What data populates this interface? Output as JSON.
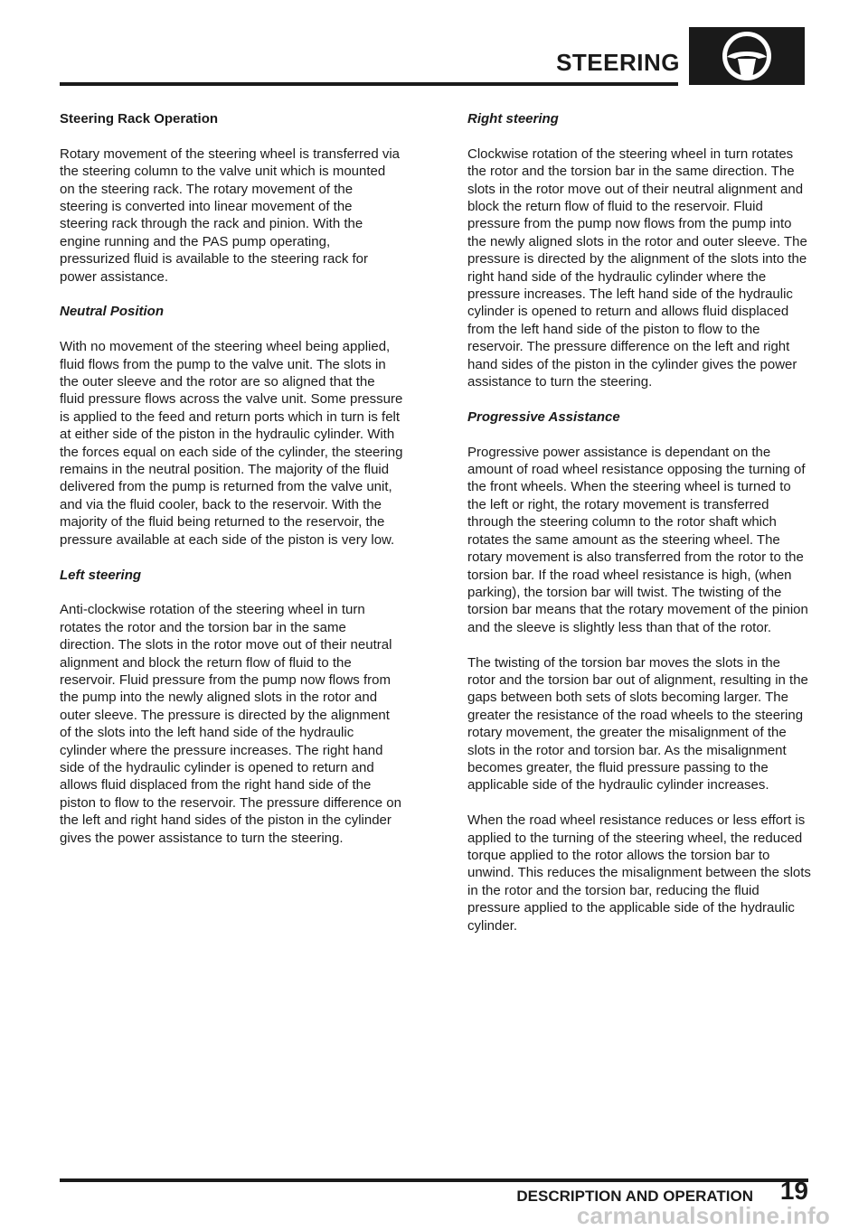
{
  "header": {
    "title": "STEERING",
    "icon": "steering-wheel-icon"
  },
  "left_column": {
    "heading": "Steering Rack Operation",
    "intro": "Rotary movement of the steering wheel is transferred via the steering column to the valve unit which is mounted on the steering rack. The rotary movement of the steering is converted into linear movement of the steering rack through the rack and pinion. With the engine running and the PAS pump operating, pressurized fluid is available to the steering rack for power assistance.",
    "neutral_heading": "Neutral Position",
    "neutral_text": "With no movement of the steering wheel being applied, fluid flows from the pump to the valve unit. The slots in the outer sleeve and the rotor are so aligned that the fluid pressure flows across the valve unit. Some pressure is applied to the feed and return ports which in turn is felt at either side of the piston in the hydraulic cylinder. With the forces equal on each side of the cylinder, the steering remains in the neutral position. The majority of the fluid delivered from the pump is returned from the valve unit, and via the fluid cooler, back to the reservoir. With the majority of the fluid being returned to the reservoir, the pressure available at each side of the piston is very low.",
    "left_heading": "Left steering",
    "left_text": "Anti-clockwise rotation of the steering wheel in turn rotates the rotor and the torsion bar in the same direction. The slots in the rotor move out of their neutral alignment and block the return flow of fluid to the reservoir. Fluid pressure from the pump now flows from the pump into the newly aligned slots in the rotor and outer sleeve. The pressure is directed by the alignment of the slots into the left hand side of the hydraulic cylinder where the pressure increases. The right hand side of the hydraulic cylinder is opened to return and allows fluid displaced from the right hand side of the piston to flow to the reservoir. The pressure difference on the left and right hand sides of the piston in the cylinder gives the power assistance to turn the steering."
  },
  "right_column": {
    "right_heading": "Right steering",
    "right_text": "Clockwise rotation of the steering wheel in turn rotates the rotor and the torsion bar in the same direction. The slots in the rotor move out of their neutral alignment and block the return flow of fluid to the reservoir. Fluid pressure from the pump now flows from the pump into the newly aligned slots in the rotor and outer sleeve. The pressure is directed by the alignment of the slots into the right hand side of the hydraulic cylinder where the pressure increases. The left hand side of the hydraulic cylinder is opened to return and allows fluid displaced from the left hand side of the piston to flow to the reservoir. The pressure difference on the left and right hand sides of the piston in the cylinder gives the power assistance to turn the steering.",
    "progressive_heading": "Progressive Assistance",
    "progressive_text_1": "Progressive power assistance is dependant on the amount of road wheel resistance opposing the turning of the front wheels. When the steering wheel is turned to the left or right, the rotary movement is transferred through the steering column to the rotor shaft which rotates the same amount as the steering wheel. The rotary movement is also transferred from the rotor to the torsion bar. If the road wheel resistance is high, (when parking), the torsion bar will twist. The twisting of the torsion bar means that the rotary movement of the pinion and the sleeve is slightly less than that of the rotor.",
    "progressive_text_2": "The twisting of the torsion bar moves the slots in the rotor and the torsion bar out of alignment, resulting in the gaps between both sets of slots becoming larger. The greater the resistance of the road wheels to the steering rotary movement, the greater the misalignment of the slots in the rotor and torsion bar. As the misalignment becomes greater, the fluid pressure passing to the applicable side of the hydraulic cylinder increases.",
    "progressive_text_3": "When the road wheel resistance reduces or less effort is applied to the turning of the steering wheel, the reduced torque applied to the rotor allows the torsion bar to unwind. This reduces the misalignment between the slots in the rotor and the torsion bar, reducing the fluid pressure applied to the applicable side of the hydraulic cylinder."
  },
  "footer": {
    "section": "DESCRIPTION AND OPERATION",
    "page_number": "19",
    "watermark": "carmanualsonline.info"
  }
}
